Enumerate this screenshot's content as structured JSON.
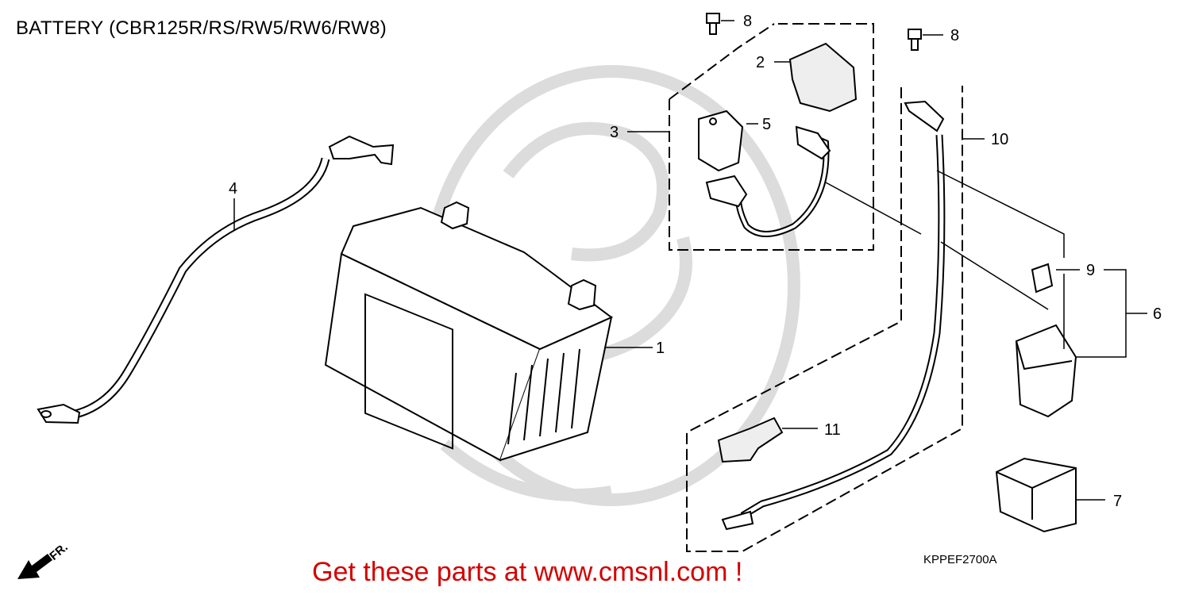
{
  "title": "BATTERY (CBR125R/RS/RW5/RW6/RW8)",
  "footer": "Get these parts at www.cmsnl.com !",
  "diagram_code": "KPPEF2700A",
  "front_marker": "FR.",
  "callouts": {
    "c1": "1",
    "c2": "2",
    "c3": "3",
    "c4": "4",
    "c5": "5",
    "c6": "6",
    "c7": "7",
    "c8a": "8",
    "c8b": "8",
    "c9": "9",
    "c10": "10",
    "c11": "11"
  },
  "colors": {
    "text": "#000000",
    "footer": "#d40000",
    "watermark": "#d9d9d9"
  }
}
